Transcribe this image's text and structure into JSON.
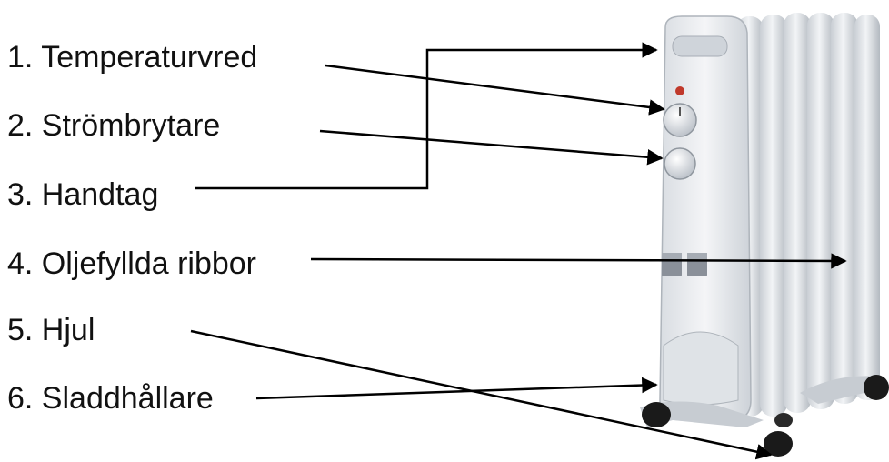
{
  "labels": [
    {
      "id": "temperaturvred",
      "text": "1. Temperaturvred"
    },
    {
      "id": "strombrytare",
      "text": "2. Strömbrytare"
    },
    {
      "id": "handtag",
      "text": "3. Handtag"
    },
    {
      "id": "oljefyllda-ribbor",
      "text": "4. Oljefyllda ribbor"
    },
    {
      "id": "hjul",
      "text": "5. Hjul"
    },
    {
      "id": "sladdhallare",
      "text": "6. Sladdhållare"
    }
  ],
  "colors": {
    "text": "#111111",
    "leader_line": "#000000",
    "heater_body": "#e6e9ec",
    "heater_shadow": "#b9bfc6",
    "knob": "#d7dbe0",
    "indicator": "#c0392b",
    "wheel": "#1a1a1a"
  }
}
